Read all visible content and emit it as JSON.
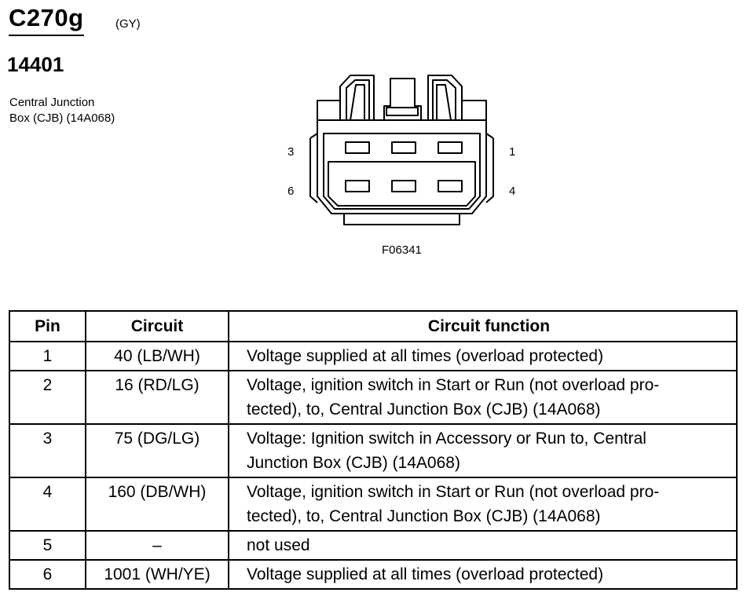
{
  "header": {
    "connector_id": "C270g",
    "color_code": "(GY)",
    "part_number": "14401",
    "location_line1": "Central Junction",
    "location_line2": "Box (CJB) (14A068)"
  },
  "diagram": {
    "pin_labels": {
      "top_left": "3",
      "top_right": "1",
      "bottom_left": "6",
      "bottom_right": "4"
    },
    "figure_id": "F06341"
  },
  "table": {
    "headers": {
      "pin": "Pin",
      "circuit": "Circuit",
      "function": "Circuit function"
    },
    "rows": [
      {
        "pin": "1",
        "circuit": "40 (LB/WH)",
        "function_lines": [
          "Voltage supplied at all times (overload protected)"
        ]
      },
      {
        "pin": "2",
        "circuit": "16 (RD/LG)",
        "function_lines": [
          "Voltage, ignition switch in Start or Run (not overload pro-",
          "tected), to, Central Junction Box (CJB) (14A068)"
        ]
      },
      {
        "pin": "3",
        "circuit": "75 (DG/LG)",
        "function_lines": [
          "Voltage: Ignition switch in Accessory or Run to, Central",
          "Junction Box (CJB) (14A068)"
        ]
      },
      {
        "pin": "4",
        "circuit": "160 (DB/WH)",
        "function_lines": [
          "Voltage, ignition switch in Start or Run (not overload pro-",
          "tected), to, Central Junction Box (CJB) (14A068)"
        ]
      },
      {
        "pin": "5",
        "circuit": "–",
        "function_lines": [
          "not used"
        ]
      },
      {
        "pin": "6",
        "circuit": "1001 (WH/YE)",
        "function_lines": [
          "Voltage supplied at all times (overload protected)"
        ]
      }
    ]
  }
}
